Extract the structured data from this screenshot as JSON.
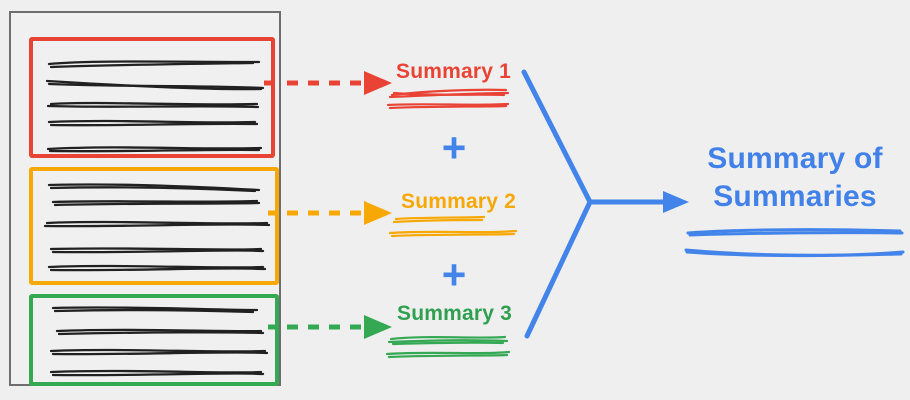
{
  "diagram": {
    "description_colors": {
      "red": "#e94335",
      "orange": "#f8a802",
      "green": "#34a853",
      "blue": "#4284ea",
      "scribble_black": "#212121",
      "document_border_gray": "#6e6e6e",
      "background": "#efeff0"
    },
    "document": {
      "chunks": [
        {
          "id": 1,
          "color": "#e94335",
          "scribble_line_count": 5
        },
        {
          "id": 2,
          "color": "#f8a802",
          "scribble_line_count": 5
        },
        {
          "id": 3,
          "color": "#34a853",
          "scribble_line_count": 4
        }
      ]
    },
    "summaries": [
      {
        "label": "Summary 1",
        "color": "#e94335",
        "arrow": "dashed-red"
      },
      {
        "label": "Summary 2",
        "color": "#f8a802",
        "arrow": "dashed-orange"
      },
      {
        "label": "Summary 3",
        "color": "#2fa04f",
        "arrow": "dashed-green"
      }
    ],
    "operators": {
      "plus": "+"
    },
    "final": {
      "title": "Summary of Summaries",
      "color": "#4181e8",
      "arrow": "blue-converging-arrow"
    }
  }
}
